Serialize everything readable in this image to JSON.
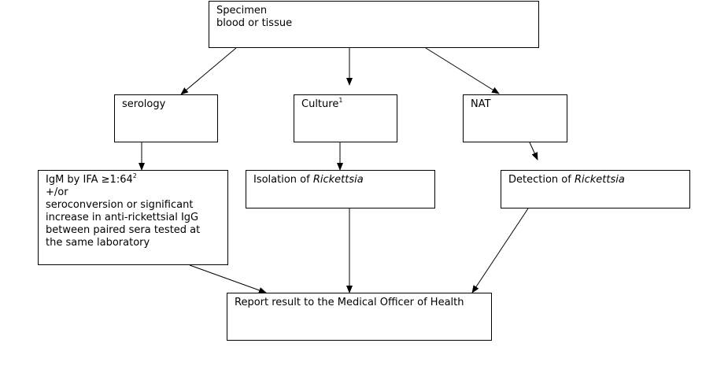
{
  "specimen": {
    "title": "Specimen",
    "subtitle": "blood or tissue"
  },
  "serology": {
    "label": "serology"
  },
  "culture": {
    "label": "Culture",
    "footnote": "1"
  },
  "nat": {
    "label": "NAT"
  },
  "igm": {
    "line1_prefix": "IgM by IFA ≥1:64",
    "line1_footnote": "2",
    "line2": "+/or",
    "line3": "seroconversion or significant",
    "line4": "increase in anti-rickettsial IgG",
    "line5": "between paired sera tested at",
    "line6": "the same laboratory"
  },
  "isolation": {
    "prefix": "Isolation of ",
    "organism": "Rickettsia"
  },
  "detection": {
    "prefix": "Detection of ",
    "organism": "Rickettsia"
  },
  "report": {
    "label": "Report result to the Medical Officer of Health"
  }
}
